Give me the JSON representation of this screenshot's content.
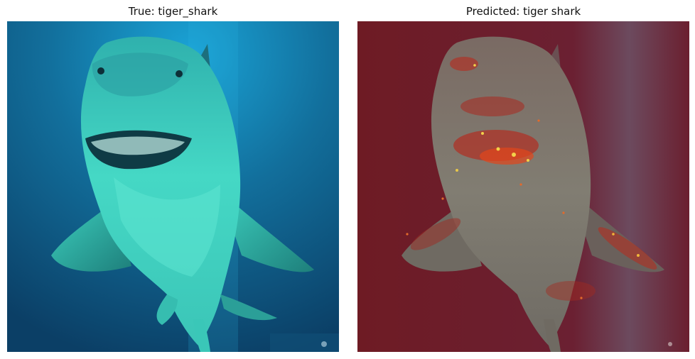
{
  "figure": {
    "left_panel": {
      "title": "True: tiger_shark",
      "image_subject": "shark-underwater-photo"
    },
    "right_panel": {
      "title": "Predicted: tiger shark",
      "image_subject": "saliency-heatmap-overlay"
    }
  },
  "colors": {
    "water_dark": "#0b3f66",
    "water_light": "#1aa3d6",
    "shark_body": "#3fd1c0",
    "overlay_red": "#6e1b24",
    "heat_red": "#d8261a",
    "heat_yellow": "#f2d24a"
  }
}
